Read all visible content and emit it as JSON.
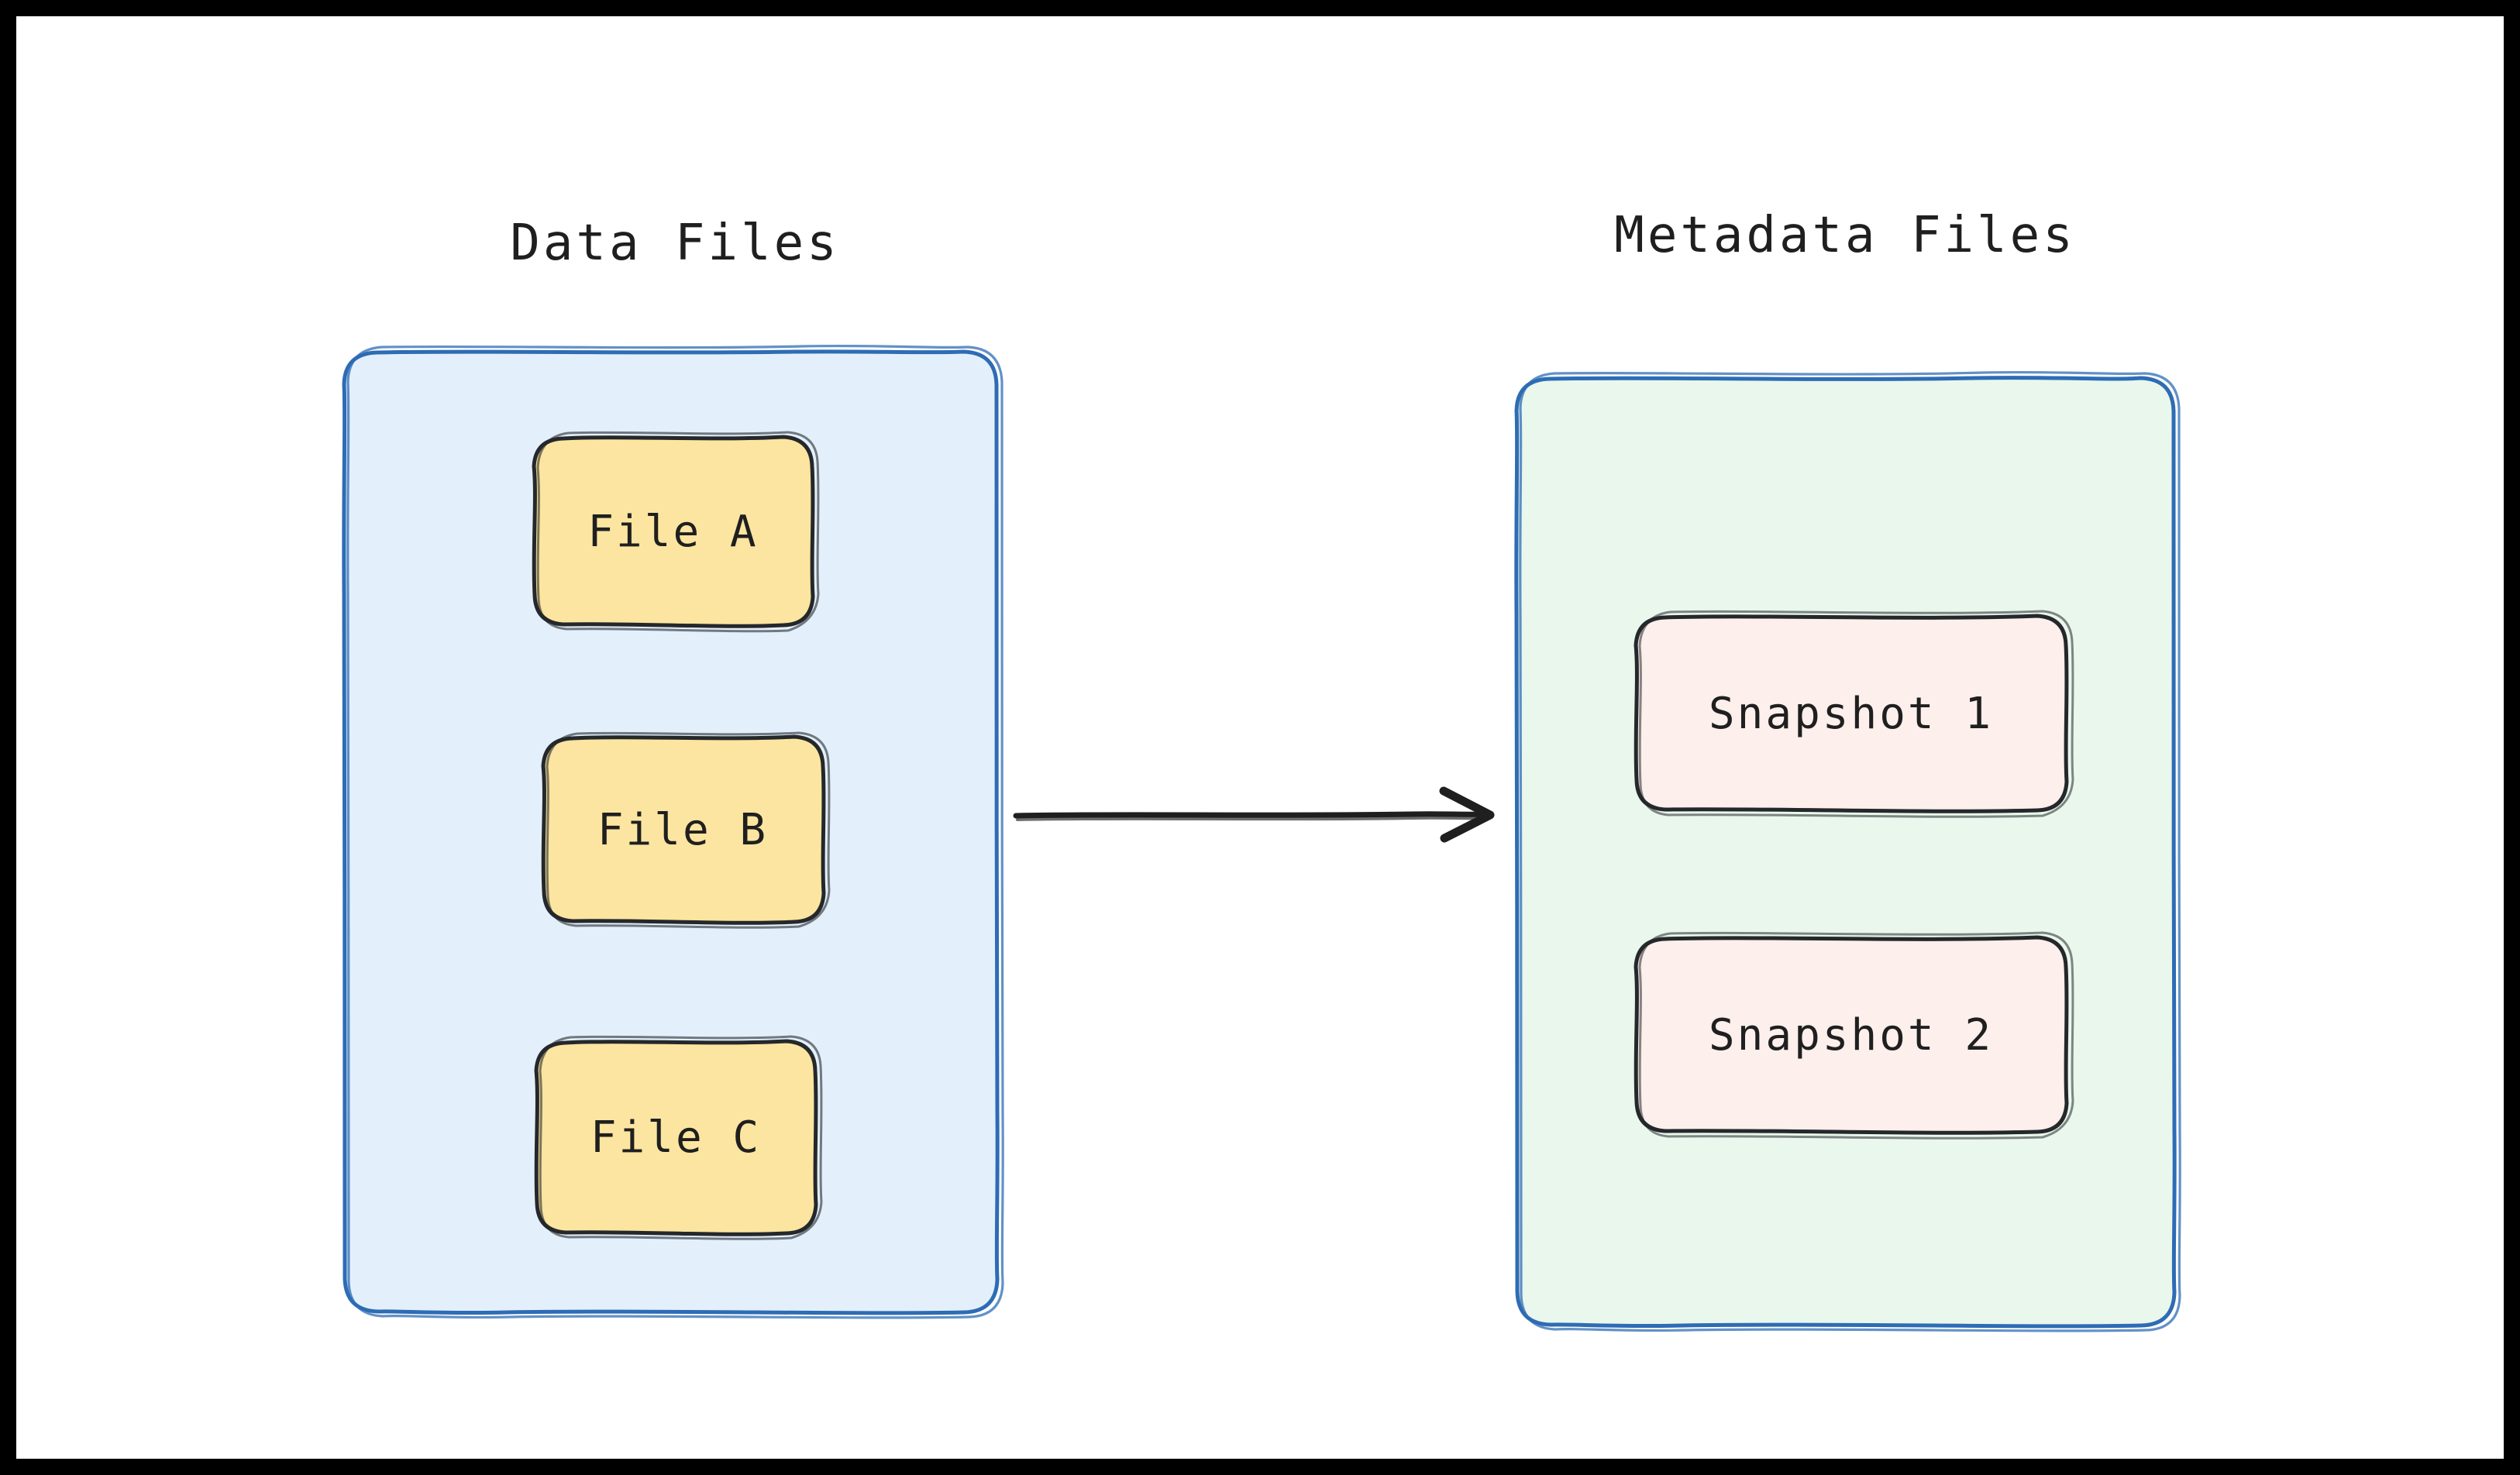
{
  "diagram": {
    "title_left": "Data Files",
    "title_right": "Metadata Files",
    "groups": [
      {
        "id": "data-files",
        "title": "Data Files",
        "fill": "#e3f0fc",
        "stroke": "#2e6cb4",
        "nodes": [
          {
            "label": "File A",
            "fill": "#fce5a0",
            "stroke": "#25282b"
          },
          {
            "label": "File B",
            "fill": "#fce5a0",
            "stroke": "#25282b"
          },
          {
            "label": "File C",
            "fill": "#fce5a0",
            "stroke": "#25282b"
          }
        ]
      },
      {
        "id": "metadata-files",
        "title": "Metadata Files",
        "fill": "#e9f7ed",
        "stroke": "#2e6cb4",
        "nodes": [
          {
            "label": "Snapshot 1",
            "fill": "#fcefec",
            "stroke": "#25282b"
          },
          {
            "label": "Snapshot 2",
            "fill": "#fcefec",
            "stroke": "#25282b"
          }
        ]
      }
    ],
    "connector": {
      "name": "data-to-metadata-arrow",
      "from": "data-files",
      "to": "metadata-files",
      "label": "",
      "direction": "right",
      "color": "#1f1f1f"
    },
    "canvas": {
      "background": "#ffffff",
      "border_color": "#000000"
    }
  }
}
